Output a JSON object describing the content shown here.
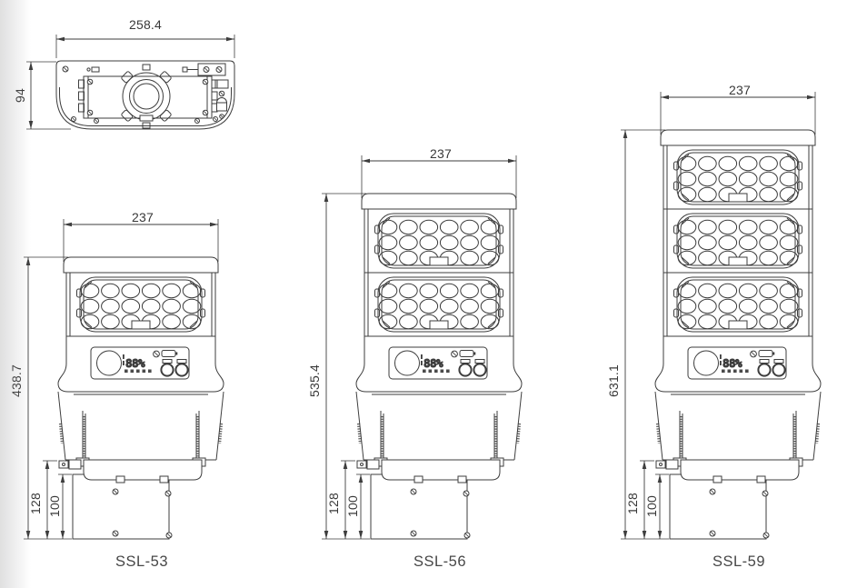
{
  "page": {
    "background": "#ffffff",
    "line_color": "#3d3d3d",
    "dim_text_color": "#383838",
    "label_text_color": "#474747"
  },
  "top_view": {
    "width_dim": "258.4",
    "height_dim": "94"
  },
  "models": [
    {
      "label": "SSL-53",
      "led_panels": 1,
      "width_dim": "237",
      "overall_height_dim": "438.7",
      "bracket_dims": [
        "128",
        "100"
      ]
    },
    {
      "label": "SSL-56",
      "led_panels": 2,
      "width_dim": "237",
      "overall_height_dim": "535.4",
      "bracket_dims": [
        "128",
        "100"
      ]
    },
    {
      "label": "SSL-59",
      "led_panels": 3,
      "width_dim": "237",
      "overall_height_dim": "631.1",
      "bracket_dims": [
        "128",
        "100"
      ]
    }
  ],
  "control_panel": {
    "display_value": "88%",
    "icons": [
      "light-sensor-circle",
      "seven-segment-display",
      "battery-icon",
      "indicator-icons-row",
      "adjustment-knob-left",
      "adjustment-knob-right"
    ]
  }
}
